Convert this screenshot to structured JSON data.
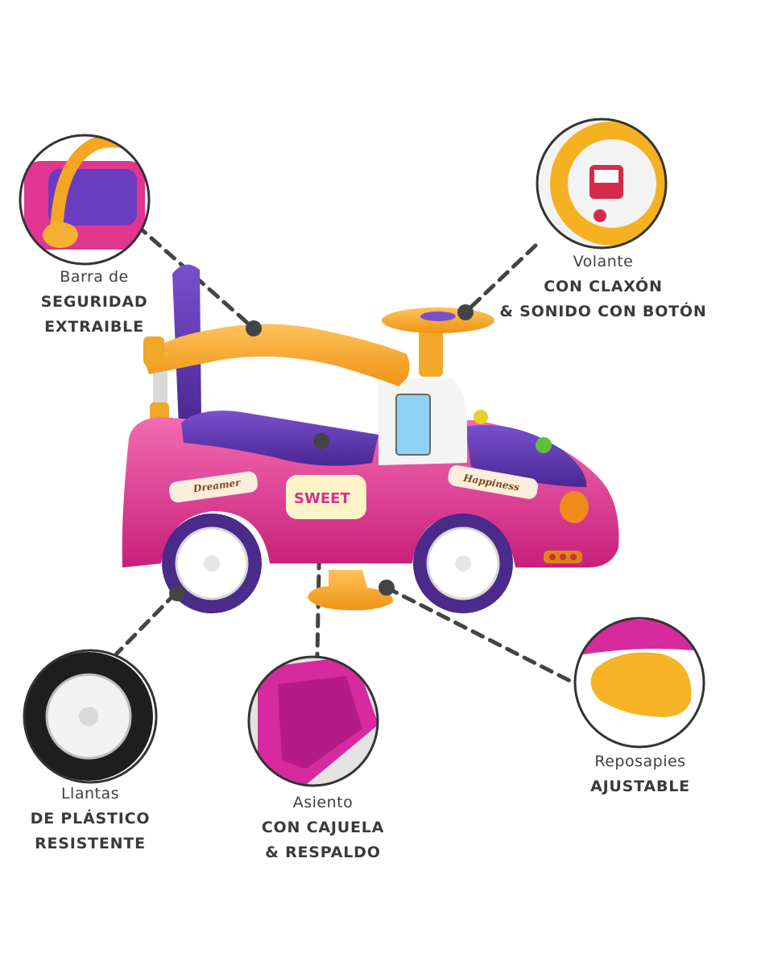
{
  "callouts": {
    "barra": {
      "line1": "Barra de",
      "line2": "SEGURIDAD",
      "line3": "EXTRAIBLE"
    },
    "volante": {
      "line1": "Volante",
      "line2": "CON CLAXÓN",
      "line3": "& SONIDO CON BOTÓN"
    },
    "llantas": {
      "line1": "Llantas",
      "line2": "DE PLÁSTICO",
      "line3": "RESISTENTE"
    },
    "asiento": {
      "line1": "Asiento",
      "line2": "CON CAJUELA",
      "line3": "& RESPALDO"
    },
    "reposapies": {
      "line1": "Reposapies",
      "line2": "AJUSTABLE"
    }
  },
  "decals": {
    "dreamer": "Dreamer",
    "sweet": "SWEET",
    "happiness": "Happiness"
  },
  "colors": {
    "pink": "#e0368f",
    "purple": "#5b2fa8",
    "orange": "#f5a623",
    "dark_tire": "#4a2a8a",
    "connector": "#444444"
  }
}
